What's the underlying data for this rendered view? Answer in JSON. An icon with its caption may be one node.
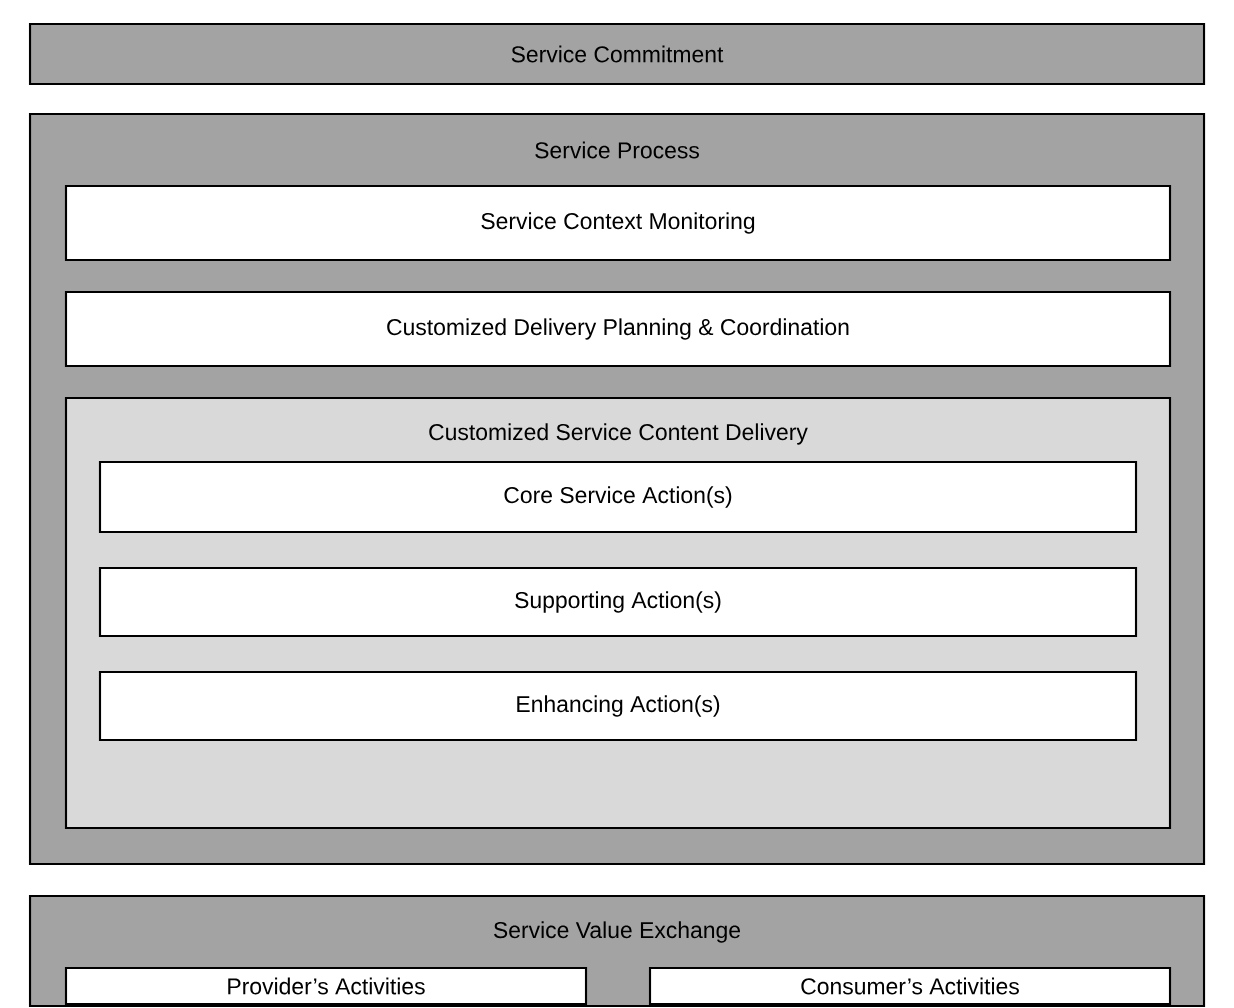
{
  "diagram": {
    "nodes": [
      {
        "text": [
          "Service Commitment"
        ]
      },
      {
        "text": [
          "Service Process"
        ]
      },
      {
        "text": [
          "Service Context Monitoring"
        ],
        "in": 1
      },
      {
        "text": [
          "Customized Delivery Planning & Coordination"
        ],
        "in": 1
      },
      {
        "text": [
          "Customized Service Content Delivery"
        ],
        "in": 1
      },
      {
        "text": [
          "Core Service Action(s)"
        ],
        "in": 4
      },
      {
        "text": [
          "Supporting Action(s)"
        ],
        "in": 4
      },
      {
        "text": [
          "Enhancing Action(s)"
        ],
        "in": 4
      },
      {
        "text": [
          "Service Value Exchange"
        ]
      },
      {
        "text": [
          "Provider’s Activities"
        ],
        "in": 8
      },
      {
        "text": [
          "Consumer’s Activities"
        ],
        "in": 8
      }
    ]
  }
}
